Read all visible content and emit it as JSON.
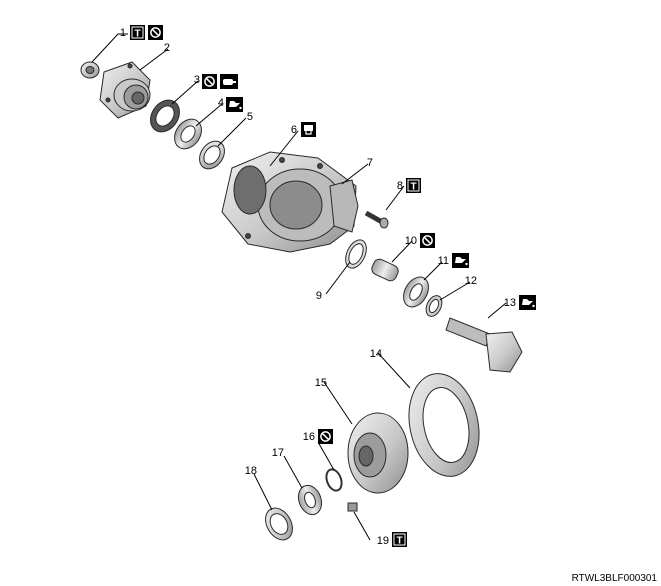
{
  "callouts": [
    {
      "num": "1",
      "icons": [
        "torque-icon",
        "no-reuse-icon"
      ]
    },
    {
      "num": "2",
      "icons": []
    },
    {
      "num": "3",
      "icons": [
        "no-reuse-icon",
        "grease-icon"
      ]
    },
    {
      "num": "4",
      "icons": [
        "oil-icon"
      ]
    },
    {
      "num": "5",
      "icons": []
    },
    {
      "num": "6",
      "icons": [
        "sealant-icon"
      ]
    },
    {
      "num": "7",
      "icons": []
    },
    {
      "num": "8",
      "icons": [
        "torque-icon"
      ]
    },
    {
      "num": "9",
      "icons": []
    },
    {
      "num": "10",
      "icons": [
        "no-reuse-icon"
      ]
    },
    {
      "num": "11",
      "icons": [
        "oil-icon"
      ]
    },
    {
      "num": "12",
      "icons": []
    },
    {
      "num": "13",
      "icons": [
        "oil-icon"
      ]
    },
    {
      "num": "14",
      "icons": []
    },
    {
      "num": "15",
      "icons": []
    },
    {
      "num": "16",
      "icons": [
        "no-reuse-icon"
      ]
    },
    {
      "num": "17",
      "icons": []
    },
    {
      "num": "18",
      "icons": []
    },
    {
      "num": "19",
      "icons": [
        "torque-icon"
      ]
    }
  ],
  "reference_code": "RTWL3BLF000301",
  "colors": {
    "line": "#000000",
    "part_fill": "#d4d4d4",
    "part_shade": "#9a9a9a",
    "icon_bg": "#000000"
  }
}
